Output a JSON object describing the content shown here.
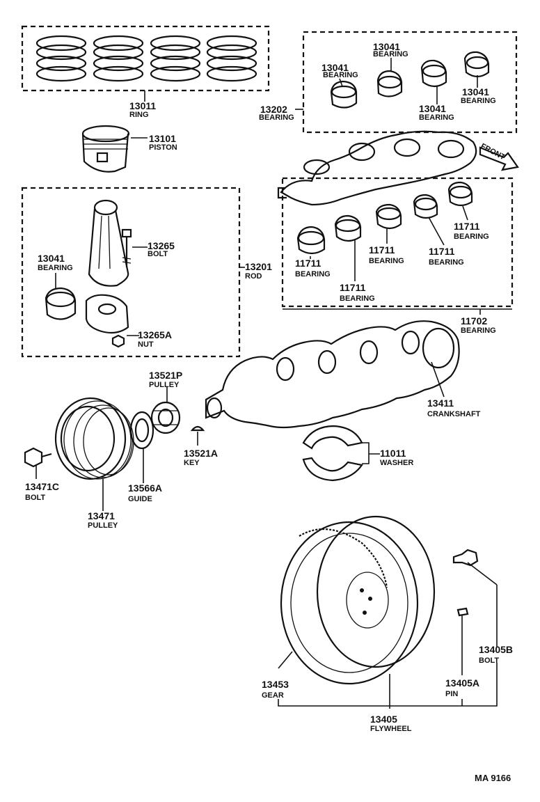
{
  "parts": {
    "ring": {
      "number": "13011",
      "name": "RING"
    },
    "piston": {
      "number": "13101",
      "name": "PISTON"
    },
    "bearing_set_main": {
      "number": "13202",
      "name": "BEARING"
    },
    "bearing_upper_a": {
      "number": "13041",
      "name": "BEARING"
    },
    "bearing_upper_b": {
      "number": "13041",
      "name": "BEARING"
    },
    "bearing_upper_c": {
      "number": "13041",
      "name": "BEARING"
    },
    "bearing_upper_d": {
      "number": "13041",
      "name": "BEARING"
    },
    "front_marker": "FRONT",
    "rod_bolt": {
      "number": "13265",
      "name": "BOLT"
    },
    "rod_bearing": {
      "number": "13041",
      "name": "BEARING"
    },
    "rod": {
      "number": "13201",
      "name": "ROD"
    },
    "rod_nut": {
      "number": "13265A",
      "name": "NUT"
    },
    "crank_bearing_1": {
      "number": "11711",
      "name": "BEARING"
    },
    "crank_bearing_2": {
      "number": "11711",
      "name": "BEARING"
    },
    "crank_bearing_3": {
      "number": "11711",
      "name": "BEARING"
    },
    "crank_bearing_4": {
      "number": "11711",
      "name": "BEARING"
    },
    "crank_bearing_5": {
      "number": "11711",
      "name": "BEARING"
    },
    "crank_bearing_set": {
      "number": "11702",
      "name": "BEARING"
    },
    "crankshaft": {
      "number": "13411",
      "name": "CRANKSHAFT"
    },
    "timing_pulley": {
      "number": "13521P",
      "name": "PULLEY"
    },
    "key": {
      "number": "13521A",
      "name": "KEY"
    },
    "washer": {
      "number": "11011",
      "name": "WASHER"
    },
    "pulley_bolt": {
      "number": "13471C",
      "name": "BOLT"
    },
    "guide": {
      "number": "13566A",
      "name": "GUIDE"
    },
    "crank_pulley": {
      "number": "13471",
      "name": "PULLEY"
    },
    "flywheel_bolt": {
      "number": "13405B",
      "name": "BOLT"
    },
    "gear": {
      "number": "13453",
      "name": "GEAR"
    },
    "pin": {
      "number": "13405A",
      "name": "PIN"
    },
    "flywheel": {
      "number": "13405",
      "name": "FLYWHEEL"
    }
  },
  "diagram_code": "MA 9166"
}
